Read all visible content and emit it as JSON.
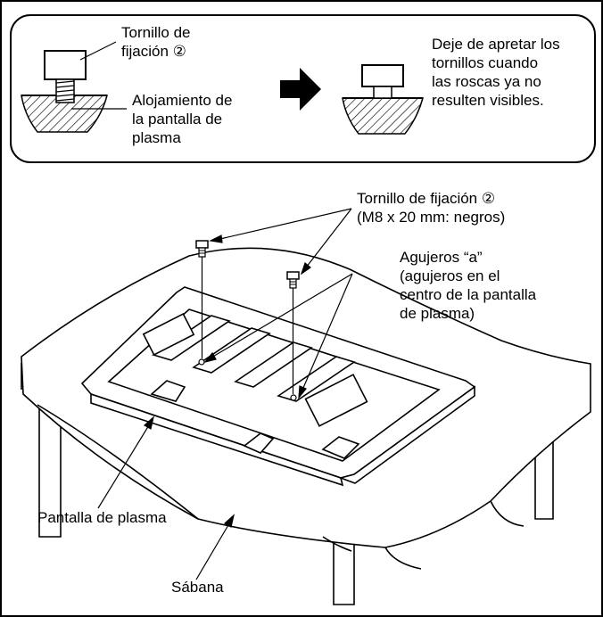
{
  "top_panel": {
    "label_fixing_screw": [
      "Tornillo de",
      "fijación ②"
    ],
    "label_housing": [
      "Alojamiento de",
      "la pantalla de",
      "plasma"
    ],
    "label_stop": [
      "Deje de apretar los",
      "tornillos cuando",
      "las roscas ya no",
      "resulten visibles."
    ]
  },
  "main": {
    "label_fixing_screw": [
      "Tornillo de fijación ②",
      "(M8 x 20 mm: negros)"
    ],
    "label_holes": [
      "Agujeros “a”",
      "(agujeros en el",
      "centro de la pantalla",
      "de plasma)"
    ],
    "label_panel": "Pantalla de plasma",
    "label_sheet": "Sábana"
  }
}
